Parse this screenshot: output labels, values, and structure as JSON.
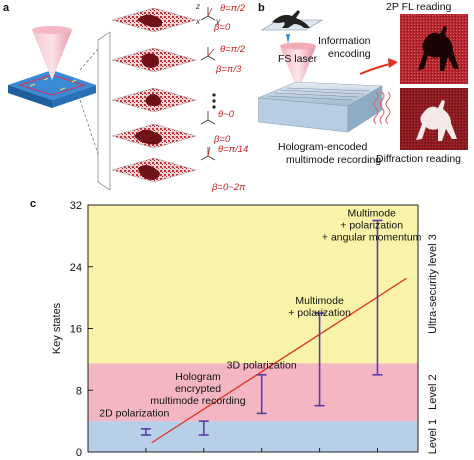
{
  "panels": {
    "a_letter": "a",
    "b_letter": "b",
    "c_letter": "c"
  },
  "panel_a": {
    "annotations": [
      {
        "line1": "θ=π/2",
        "line2": "β=0"
      },
      {
        "line1": "θ=π/2",
        "line2": "β=π/3"
      },
      {
        "line1": "θ~0",
        "line2": ""
      },
      {
        "line1": "θ=π/14",
        "line2": "β=0"
      },
      {
        "line1": "",
        "line2": "β=0~2π"
      }
    ],
    "axis_labels": {
      "x": "x",
      "y": "y",
      "z": "z"
    },
    "colors": {
      "annotation": "#d22020",
      "hologram": "#c8303a"
    }
  },
  "panel_b": {
    "fs_laser": "FS laser",
    "info_encoding_line1": "Information",
    "info_encoding_line2": "encoding",
    "fl_reading": "2P FL reading",
    "diffraction_reading": "Diffraction reading",
    "hologram_line1": "Hologram-encoded",
    "hologram_line2": "multimode recording"
  },
  "chart_data": {
    "type": "scatter",
    "ylabel": "Key states",
    "ylim": [
      0,
      32
    ],
    "yticks": [
      0,
      8,
      16,
      24,
      32
    ],
    "bands": [
      {
        "name": "Level 1",
        "from": 0,
        "to": 4,
        "color": "#b7cfe8"
      },
      {
        "name": "Level 2",
        "from": 4,
        "to": 11.5,
        "color": "#f4b6c2"
      },
      {
        "name": "Ultra-security level 3",
        "from": 11.5,
        "to": 32,
        "color": "#f8f3a6"
      }
    ],
    "error_bars": [
      {
        "x": 1,
        "low": 2.2,
        "high": 3.0
      },
      {
        "x": 2,
        "low": 2.2,
        "high": 4.0
      },
      {
        "x": 3,
        "low": 5.0,
        "high": 10.0
      },
      {
        "x": 4,
        "low": 6.0,
        "high": 18.0
      },
      {
        "x": 5,
        "low": 10.0,
        "high": 30.0
      }
    ],
    "xlim": [
      0,
      5.7
    ],
    "trend_line": {
      "x": [
        1.1,
        5.5
      ],
      "y": [
        1.2,
        22.5
      ],
      "color": "#e03020"
    },
    "bar_color": "#5a3ea8",
    "annotations": [
      {
        "lines": [
          "2D polarization"
        ],
        "x": 0.8,
        "y": 4.6
      },
      {
        "lines": [
          "Hologram",
          "encrypted",
          "multimode recording"
        ],
        "x": 1.9,
        "y": 6.2
      },
      {
        "lines": [
          "3D polarization"
        ],
        "x": 3.0,
        "y": 10.8
      },
      {
        "lines": [
          "Multimode",
          "+ polarization"
        ],
        "x": 4.0,
        "y": 17.6
      },
      {
        "lines": [
          "Multimode",
          "+ polarization",
          "+ angular momentum"
        ],
        "x": 4.9,
        "y": 27.4
      }
    ]
  }
}
